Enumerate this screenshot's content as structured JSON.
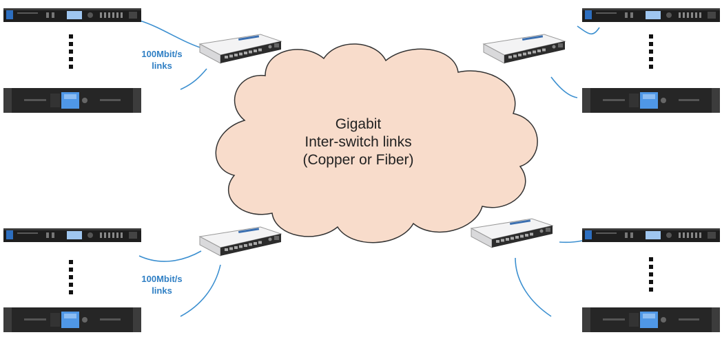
{
  "colors": {
    "link_line": "#3b8fd0",
    "link_label": "#2f7fc4",
    "cloud_fill": "#f8dccb",
    "cloud_stroke": "#333333",
    "device_body": "#2a2a2a",
    "device_screen": "#5aa0e8",
    "switch_body": "#e9e9ea"
  },
  "cloud": {
    "lines": [
      "Gigabit",
      "Inter-switch links",
      "(Copper or Fiber)"
    ]
  },
  "link_labels": [
    {
      "line1": "100Mbit/s",
      "line2": "links"
    },
    {
      "line1": "100Mbit/s",
      "line2": "links"
    }
  ],
  "icons": {
    "rack_unit": "rack-unit-icon",
    "amplifier": "amplifier-icon",
    "network_switch": "network-switch-icon",
    "ellipsis": "vertical-ellipsis-icon"
  }
}
